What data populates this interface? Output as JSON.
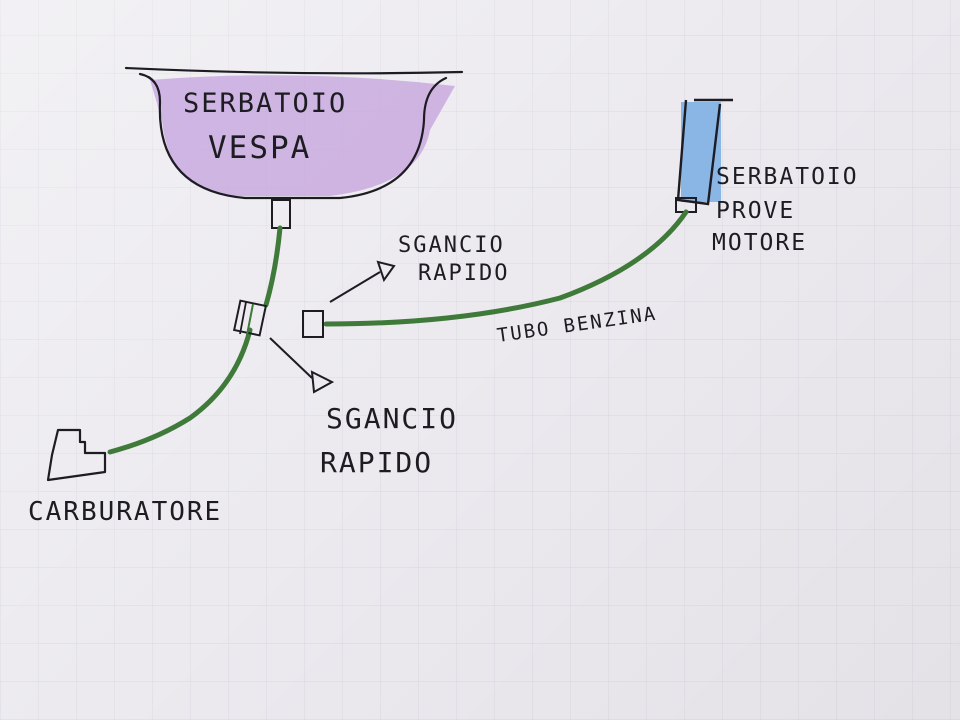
{
  "labels": {
    "tank_vespa_line1": "SERBATOIO",
    "tank_vespa_line2": "VESPA",
    "test_tank_line1": "SERBATOIO",
    "test_tank_line2": "PROVE",
    "test_tank_line3": "MOTORE",
    "quick_release_top_line1": "SGANCIO",
    "quick_release_top_line2": "RAPIDO",
    "quick_release_bottom_line1": "SGANCIO",
    "quick_release_bottom_line2": "RAPIDO",
    "fuel_hose": "TUBO BENZINA",
    "carburetor": "CARBURATORE"
  },
  "colors": {
    "ink": "#1c1c22",
    "hose_green": "#3f7a3a",
    "tank_purple": "#c7a6de",
    "test_tank_blue": "#7fb0e3",
    "paper": "#ebe9ee"
  }
}
